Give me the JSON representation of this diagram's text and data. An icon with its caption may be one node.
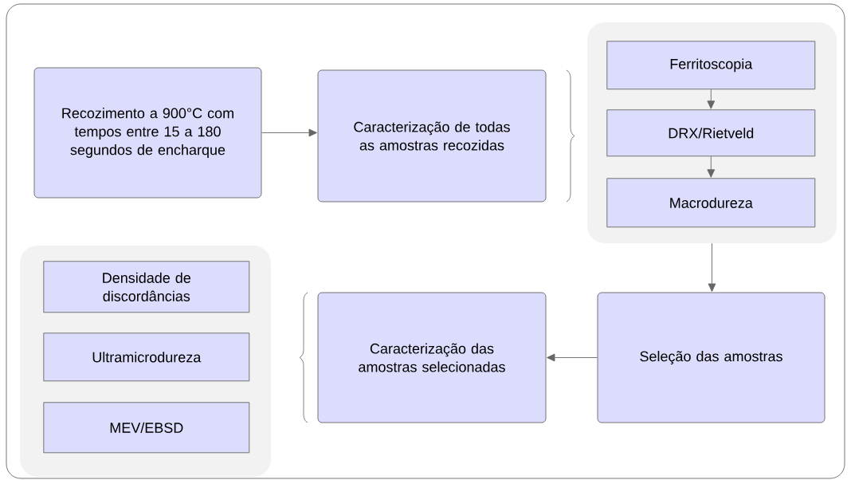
{
  "diagram": {
    "nodes": [
      {
        "text": [
          "Recozimento a 900°C com tempos entre 15 a 180 segundos de encharque"
        ]
      },
      {
        "text": [
          "Caracterização de todas as amostras recozidas"
        ]
      },
      {
        "text": [],
        "shape": "box"
      },
      {
        "text": [
          "Ferritoscopia"
        ],
        "in": 2
      },
      {
        "text": [
          "DRX/Rietveld"
        ],
        "in": 2
      },
      {
        "text": [
          "Macrodureza"
        ],
        "in": 2
      },
      {
        "text": [
          "Seleção das amostras"
        ]
      },
      {
        "text": [
          "Caracterização das amostras selecionadas"
        ]
      },
      {
        "text": [],
        "shape": "box"
      },
      {
        "text": [
          "Densidade de discordâncias"
        ],
        "in": 8
      },
      {
        "text": [
          "Ultramicrodureza"
        ],
        "in": 8
      },
      {
        "text": [
          "MEV/EBSD"
        ],
        "in": 8
      }
    ],
    "edges": [
      {
        "from": 0,
        "to": 1,
        "arrow": "to"
      },
      {
        "from": 3,
        "to": 4,
        "arrow": "to"
      },
      {
        "from": 4,
        "to": 5,
        "arrow": "to"
      },
      {
        "from": 2,
        "to": 6,
        "arrow": "to"
      },
      {
        "from": 6,
        "to": 7,
        "arrow": "to"
      }
    ]
  }
}
